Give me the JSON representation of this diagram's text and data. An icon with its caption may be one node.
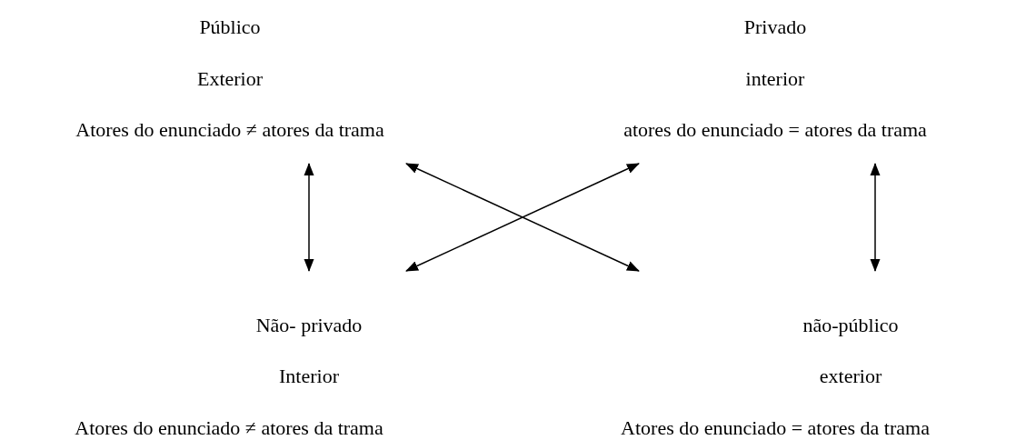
{
  "diagram": {
    "nodes": [
      {
        "text": [
          "Público",
          "Exterior",
          "Atores do enunciado ≠ atores da trama"
        ]
      },
      {
        "text": [
          "Privado",
          "interior",
          "atores do enunciado = atores da trama"
        ]
      },
      {
        "text": [
          "Não- privado",
          "Interior",
          "Atores do enunciado ≠ atores da trama"
        ]
      },
      {
        "text": [
          "não-público",
          "exterior",
          "Atores do enunciado = atores da trama"
        ]
      }
    ],
    "edges": [
      {
        "from": 0,
        "to": 2,
        "arrow": "both"
      },
      {
        "from": 1,
        "to": 3,
        "arrow": "both"
      },
      {
        "from": 0,
        "to": 3,
        "arrow": "both"
      },
      {
        "from": 1,
        "to": 2,
        "arrow": "both"
      }
    ]
  }
}
